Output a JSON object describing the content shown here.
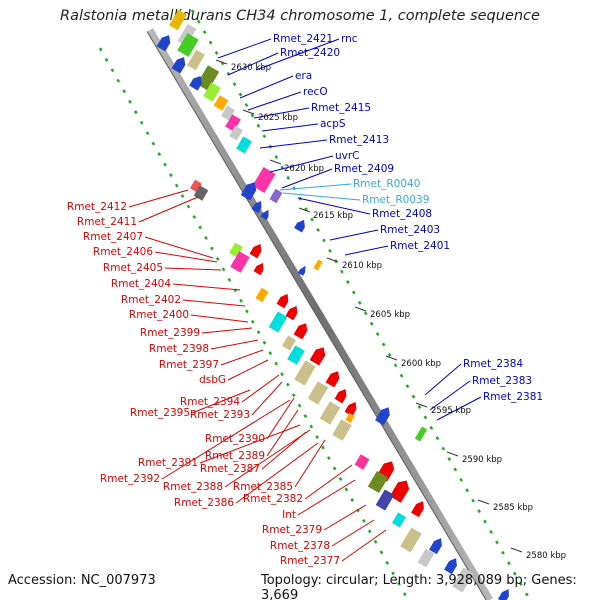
{
  "title": "Ralstonia metallidurans CH34 chromosome 1, complete sequence",
  "accession_text": "Accession: NC_007973",
  "topology_text": "Topology: circular; Length: 3,928,089 bp; Genes: 3,669",
  "kbp_ticks": [
    "2630 kbp",
    "2625 kbp",
    "2620 kbp",
    "2615 kbp",
    "2610 kbp",
    "2605 kbp",
    "2600 kbp",
    "2595 kbp",
    "2590 kbp",
    "2585 kbp",
    "2580 kbp"
  ],
  "colors": {
    "blue_labels": "#0000cc",
    "rna_labels": "#33aadd",
    "red_labels": "#dd0000",
    "backbone": "#888888",
    "ring_dots": "#22aa22"
  },
  "blue_labels": [
    "Rmet_2421",
    "Rmet_2420",
    "rnc",
    "era",
    "recO",
    "Rmet_2415",
    "acpS",
    "Rmet_2413",
    "uvrC",
    "Rmet_2409",
    "Rmet_2408",
    "Rmet_2403",
    "Rmet_2401",
    "Rmet_2384",
    "Rmet_2383",
    "Rmet_2381"
  ],
  "rna_labels": [
    "Rmet_R0040",
    "Rmet_R0039"
  ],
  "red_labels": [
    "Rmet_2412",
    "Rmet_2411",
    "Rmet_2407",
    "Rmet_2406",
    "Rmet_2405",
    "Rmet_2404",
    "Rmet_2402",
    "Rmet_2400",
    "Rmet_2399",
    "Rmet_2398",
    "Rmet_2397",
    "dsbG",
    "Rmet_2394",
    "Rmet_2395",
    "Rmet_2393",
    "Rmet_2390",
    "Rmet_2389",
    "Rmet_2391",
    "Rmet_2387",
    "Rmet_2392",
    "Rmet_2388",
    "Rmet_2385",
    "Rmet_2386",
    "Rmet_2382",
    "Int",
    "Rmet_2379",
    "Rmet_2378",
    "Rmet_2377"
  ]
}
